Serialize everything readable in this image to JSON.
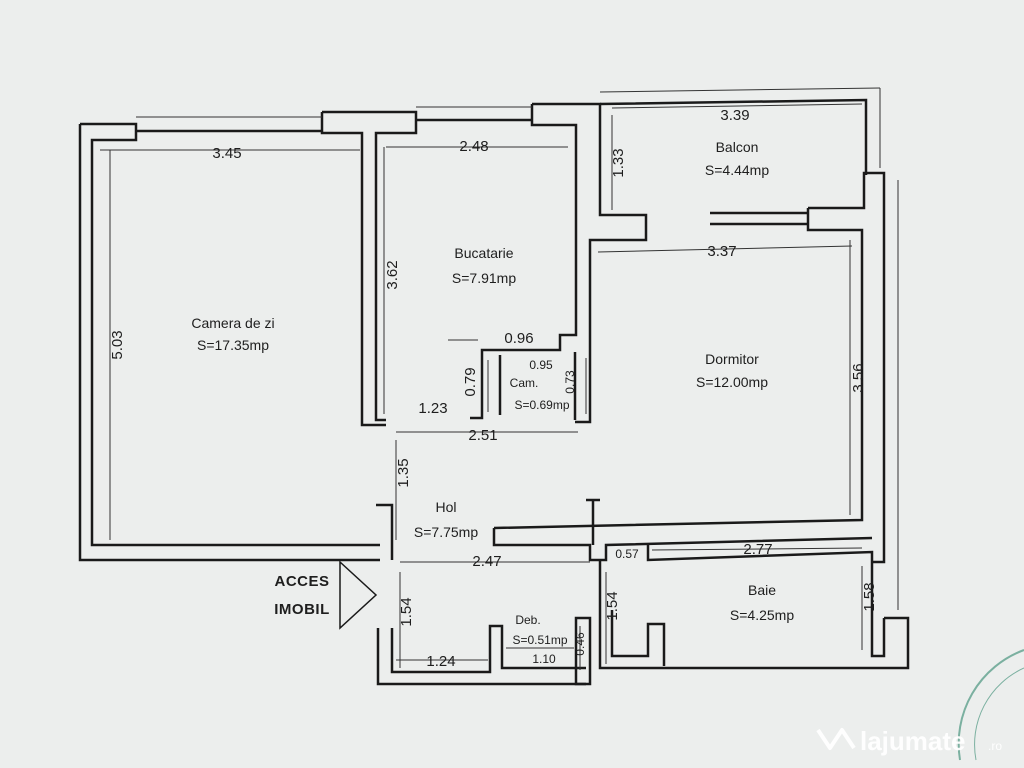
{
  "rooms": {
    "camera": {
      "name": "Camera de zi",
      "area": "S=17.35mp"
    },
    "bucatarie": {
      "name": "Bucatarie",
      "area": "S=7.91mp"
    },
    "balcon": {
      "name": "Balcon",
      "area": "S=4.44mp"
    },
    "dormitor": {
      "name": "Dormitor",
      "area": "S=12.00mp"
    },
    "cam": {
      "name": "Cam.",
      "area": "S=0.69mp"
    },
    "hol": {
      "name": "Hol",
      "area": "S=7.75mp"
    },
    "baie": {
      "name": "Baie",
      "area": "S=4.25mp"
    },
    "deb": {
      "name": "Deb.",
      "area": "S=0.51mp"
    }
  },
  "dims": {
    "d345": "3.45",
    "d248": "2.48",
    "d339": "3.39",
    "d133": "1.33",
    "d337": "3.37",
    "d503": "5.03",
    "d362": "3.62",
    "d096": "0.96",
    "d095": "0.95",
    "d079": "0.79",
    "d073": "0.73",
    "d123": "1.23",
    "d251": "2.51",
    "d356": "3.56",
    "d135": "1.35",
    "d247": "2.47",
    "d057": "0.57",
    "d277": "2.77",
    "d154a": "1.54",
    "d154b": "1.54",
    "d158": "1.58",
    "d124": "1.24",
    "d110": "1.10",
    "d046": "0.46"
  },
  "access": {
    "line1": "ACCES",
    "line2": "IMOBIL"
  },
  "watermark": {
    "brand": "lajumate",
    "tld": ".ro"
  }
}
